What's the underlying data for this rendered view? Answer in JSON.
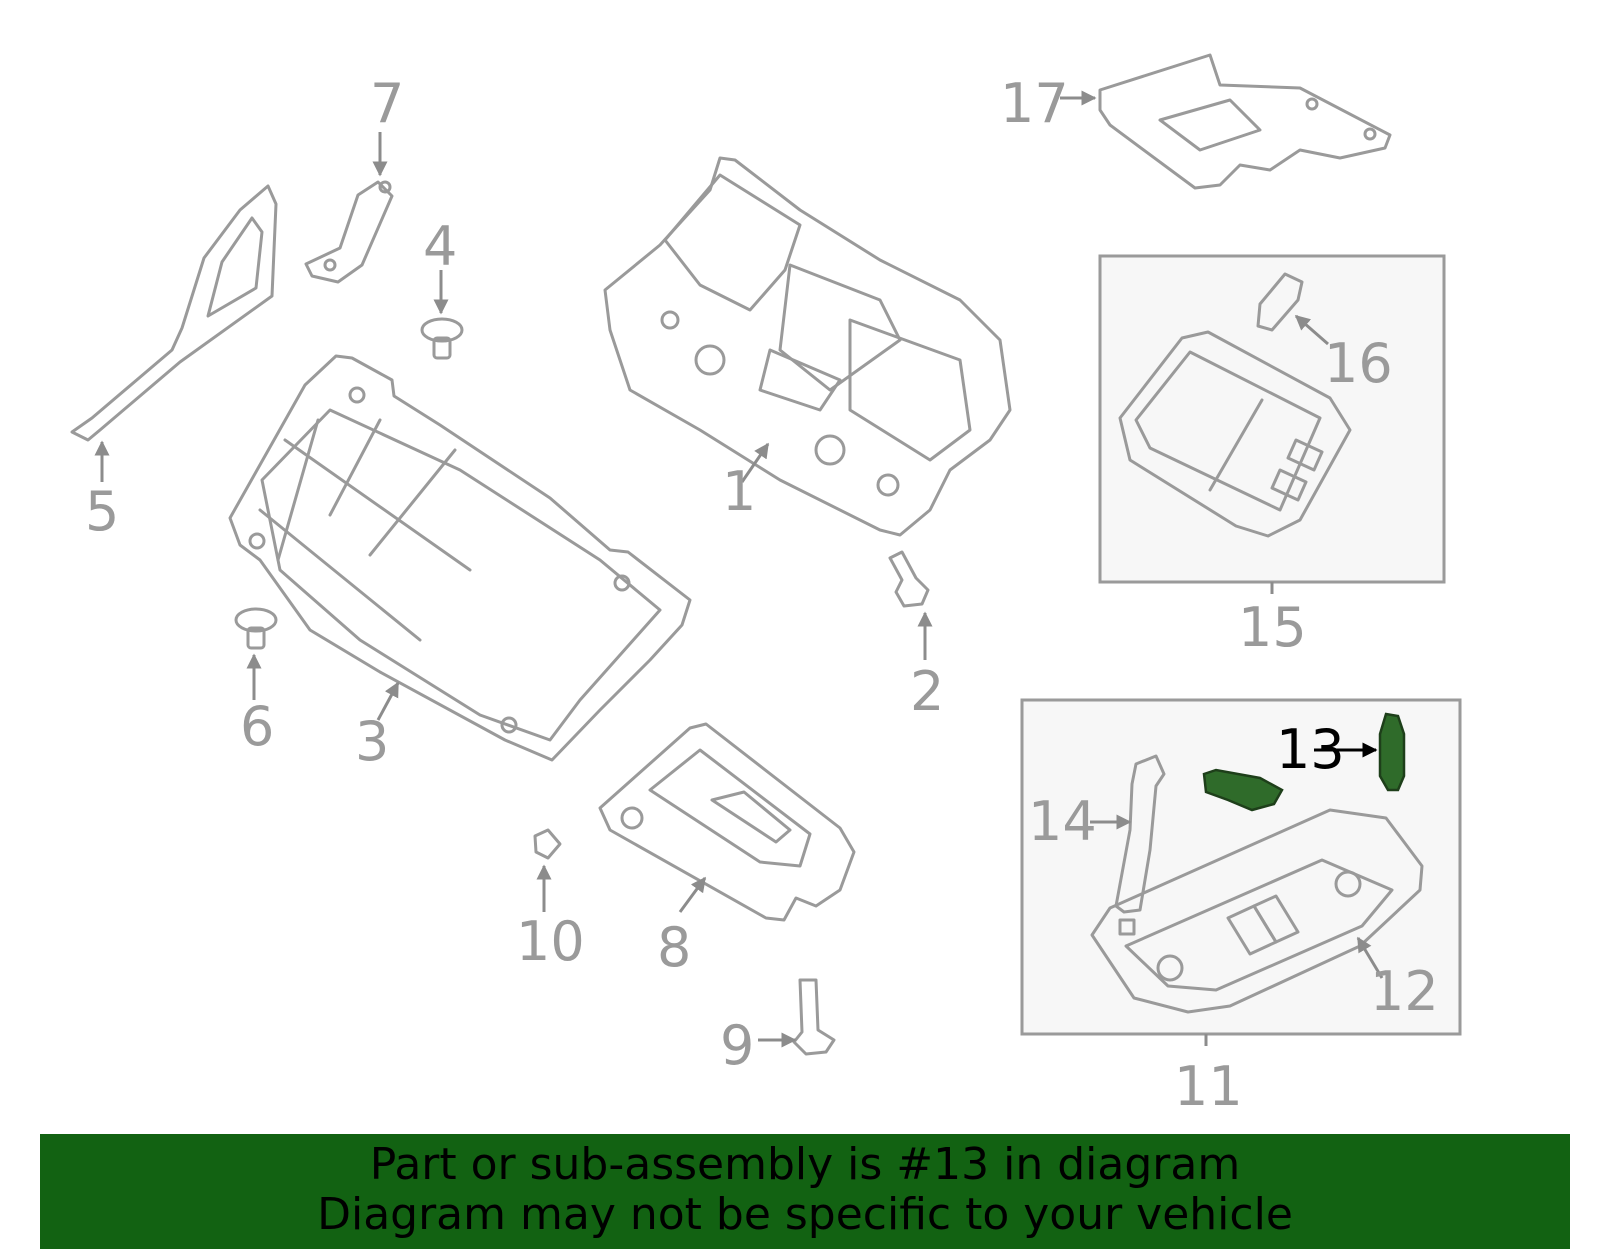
{
  "callouts": {
    "c1": "1",
    "c2": "2",
    "c3": "3",
    "c4": "4",
    "c5": "5",
    "c6": "6",
    "c7": "7",
    "c8": "8",
    "c9": "9",
    "c10": "10",
    "c11": "11",
    "c12": "12",
    "c13": "13",
    "c14": "14",
    "c15": "15",
    "c16": "16",
    "c17": "17"
  },
  "highlighted_part": "13",
  "colors": {
    "banner": "#126212",
    "highlight": "#2f6b2a",
    "line_art": "#9a9a9a"
  },
  "footer": {
    "line1": "Part or sub-assembly is #13 in diagram",
    "line2": "Diagram may not be specific to your vehicle"
  }
}
